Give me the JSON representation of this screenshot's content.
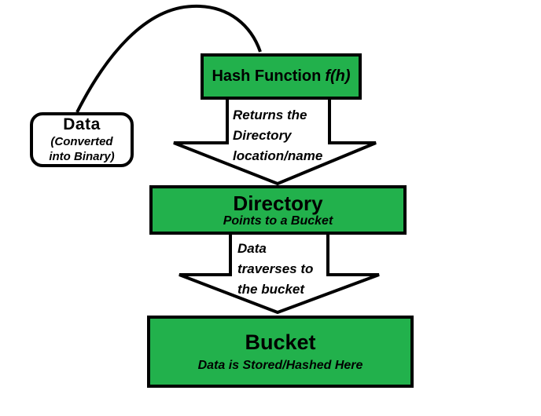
{
  "diagram": {
    "nodes": {
      "data": {
        "title": "Data",
        "subtitle_lines": [
          "(Converted",
          "into Binary)"
        ]
      },
      "hash_function": {
        "label_prefix": "Hash Function",
        "label_italic": "f(h)"
      },
      "directory": {
        "title": "Directory",
        "subtitle": "Points to a Bucket"
      },
      "bucket": {
        "title": "Bucket",
        "subtitle": "Data is Stored/Hashed Here"
      }
    },
    "arrows": {
      "hash_to_directory": {
        "lines": [
          "Returns the",
          "Directory",
          "location/name"
        ]
      },
      "directory_to_bucket": {
        "lines": [
          "Data",
          "traverses to",
          "the bucket"
        ]
      }
    },
    "colors": {
      "node_fill": "#22B14C",
      "stroke": "#000000",
      "background": "#FFFFFF"
    }
  }
}
